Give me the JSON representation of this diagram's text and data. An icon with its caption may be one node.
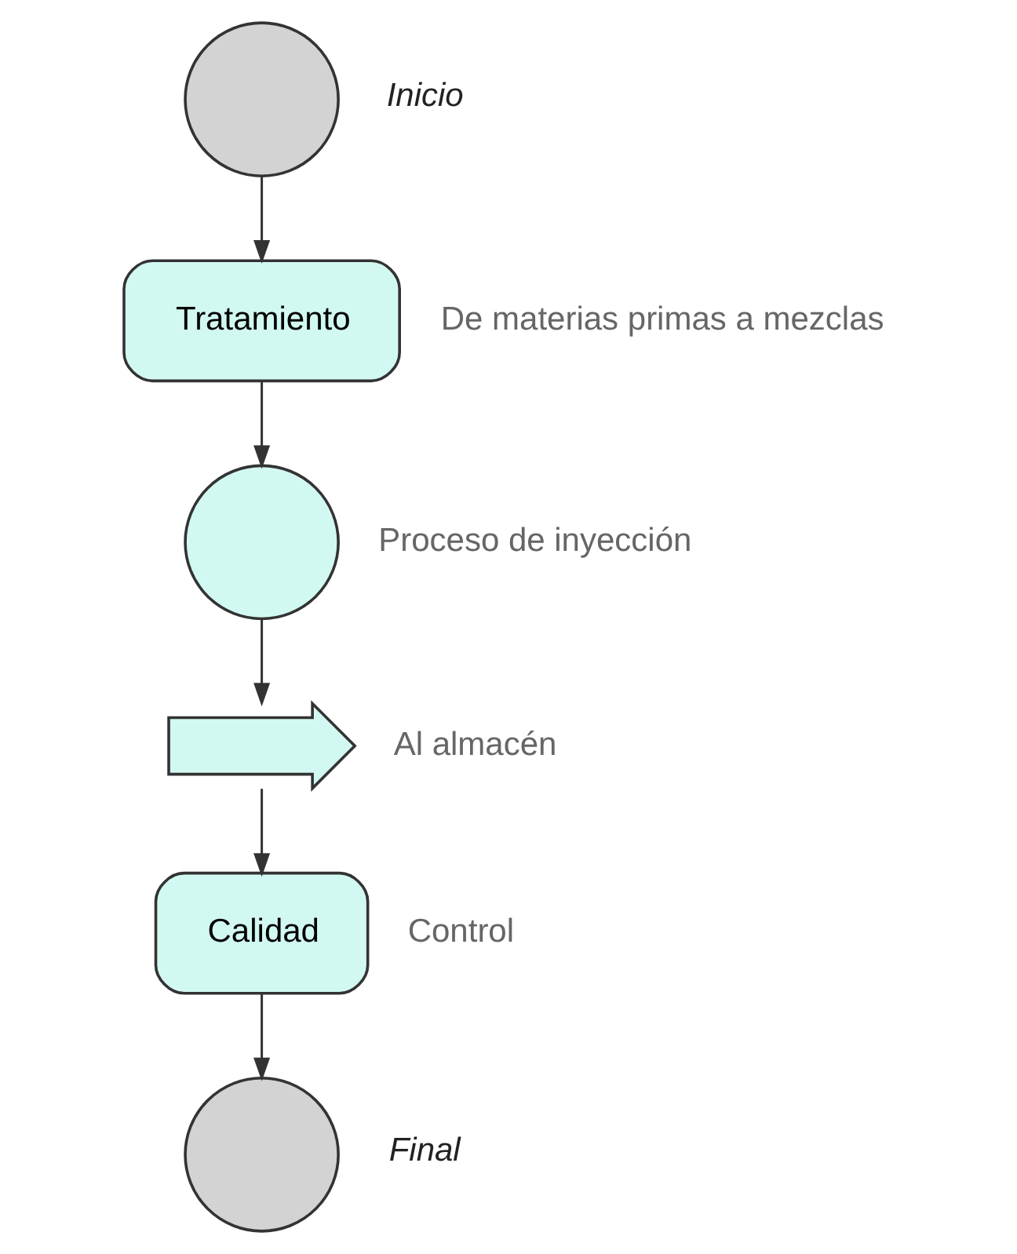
{
  "diagram": {
    "nodes": [
      {
        "text": [],
        "shape": "circle",
        "beside": [
          "Inicio"
        ]
      },
      {
        "text": [
          "Tratamiento"
        ],
        "beside": [
          "De materias primas a mezclas"
        ]
      },
      {
        "text": [],
        "shape": "circle",
        "beside": [
          "Proceso de inyección"
        ]
      },
      {
        "text": [],
        "shape": "arrow",
        "beside": [
          "Al almacén"
        ]
      },
      {
        "text": [
          "Calidad"
        ],
        "beside": [
          "Control"
        ]
      },
      {
        "text": [],
        "shape": "circle",
        "beside": [
          "Final"
        ]
      }
    ],
    "edges": [
      {
        "from": 0,
        "to": 1,
        "arrow": "to"
      },
      {
        "from": 1,
        "to": 2,
        "arrow": "to"
      },
      {
        "from": 2,
        "to": 3,
        "arrow": "to"
      },
      {
        "from": 3,
        "to": 4,
        "arrow": "to"
      },
      {
        "from": 4,
        "to": 5,
        "arrow": "to"
      }
    ]
  }
}
